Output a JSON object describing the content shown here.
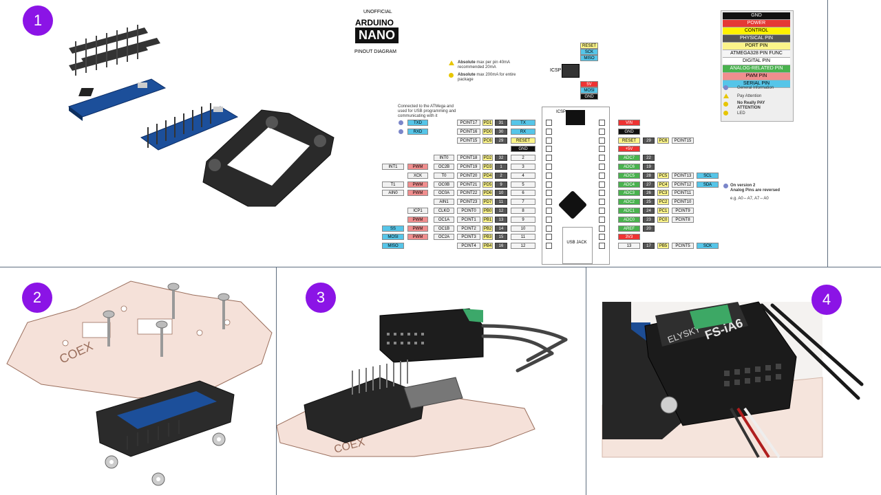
{
  "steps": [
    "1",
    "2",
    "3",
    "4"
  ],
  "pinout": {
    "header_unofficial": "UNOFFICIAL",
    "header_arduino": "ARDUINO",
    "header_nano": "NANO",
    "header_diagram": "PINOUT DIAGRAM",
    "warn1_bold": "Absolute",
    "warn1_text": "max per pin 40mA recommended 20mA",
    "warn2_bold": "Absolute",
    "warn2_text": "max 200mA for entire package",
    "usb_note": "Connected to the ATMega and used for USB programming and communicating with it",
    "icsp_label": "ICSP",
    "icsp_board_label": "ICSP",
    "usb_jack": "USB JACK",
    "icsp_pins": [
      "RESET",
      "SCK",
      "MISO",
      "5V",
      "MOSI",
      "GND"
    ],
    "version_note_title": "On version 2",
    "version_note_body": "Analog Pins are reversed",
    "version_note_eg": "e.g. A0⇔A7, A7⇔A0",
    "legend": [
      {
        "label": "GND",
        "bg": "#111111",
        "fg": "#ffffff"
      },
      {
        "label": "POWER",
        "bg": "#e53935",
        "fg": "#ffffff"
      },
      {
        "label": "CONTROL",
        "bg": "#fff200",
        "fg": "#000000"
      },
      {
        "label": "PHYSICAL PIN",
        "bg": "#555555",
        "fg": "#ffffff"
      },
      {
        "label": "PORT PIN",
        "bg": "#fbf48a",
        "fg": "#000000"
      },
      {
        "label": "ATMEGA328 PIN FUNC",
        "bg": "#f5f5f5",
        "fg": "#000000"
      },
      {
        "label": "DIGITAL PIN",
        "bg": "#ffffff",
        "fg": "#000000"
      },
      {
        "label": "ANALOG-RELATED PIN",
        "bg": "#49b24e",
        "fg": "#ffffff"
      },
      {
        "label": "PWM PIN",
        "bg": "#f08e8e",
        "fg": "#000000"
      },
      {
        "label": "SERIAL PIN",
        "bg": "#56c5e8",
        "fg": "#000000"
      }
    ],
    "legend_icons": [
      "General Information",
      "Pay Attention",
      "No Really PAY ATTENTION",
      "LED"
    ],
    "left_rows": [
      [
        "TXD",
        "",
        "PCINT17",
        "PD1",
        "31",
        "TX"
      ],
      [
        "RXD",
        "",
        "PCINT16",
        "PD0",
        "30",
        "RX"
      ],
      [
        "",
        "",
        "PCINT15",
        "PC6",
        "29",
        "RESET"
      ],
      [
        "",
        "",
        "",
        "",
        "",
        "GND"
      ],
      [
        "",
        "INT0",
        "PCINT18",
        "PD2",
        "32",
        "2"
      ],
      [
        "INT1",
        "PWM",
        "OC2B",
        "PCINT19",
        "PD3",
        "1",
        "3"
      ],
      [
        "",
        "XCK",
        "T0",
        "PCINT20",
        "PD4",
        "2",
        "4"
      ],
      [
        "T1",
        "PWM",
        "OC0B",
        "PCINT21",
        "PD5",
        "9",
        "5"
      ],
      [
        "AIN0",
        "PWM",
        "OC0A",
        "PCINT22",
        "PD6",
        "10",
        "6"
      ],
      [
        "",
        "",
        "AIN1",
        "PCINT23",
        "PD7",
        "11",
        "7"
      ],
      [
        "",
        "ICP1",
        "CLKO",
        "PCINT0",
        "PB0",
        "12",
        "8"
      ],
      [
        "",
        "PWM",
        "OC1A",
        "PCINT1",
        "PB1",
        "13",
        "9"
      ],
      [
        "SS",
        "PWM",
        "OC1B",
        "PCINT2",
        "PB2",
        "14",
        "10"
      ],
      [
        "MOSI",
        "PWM",
        "OC2A",
        "PCINT3",
        "PB3",
        "15",
        "11"
      ],
      [
        "MISO",
        "",
        "",
        "PCINT4",
        "PB4",
        "16",
        "12"
      ]
    ],
    "right_rows": [
      [
        "VIN",
        "",
        "",
        "",
        "",
        ""
      ],
      [
        "GND",
        "",
        "",
        "",
        "",
        ""
      ],
      [
        "RESET",
        "29",
        "PC6",
        "PCINT15",
        "",
        ""
      ],
      [
        "+5V",
        "",
        "",
        "",
        "",
        ""
      ],
      [
        "ADC7",
        "22",
        "",
        "",
        "",
        ""
      ],
      [
        "ADC6",
        "19",
        "",
        "",
        "",
        ""
      ],
      [
        "ADC5",
        "28",
        "PC5",
        "PCINT13",
        "SCL",
        ""
      ],
      [
        "ADC4",
        "27",
        "PC4",
        "PCINT12",
        "SDA",
        ""
      ],
      [
        "ADC3",
        "26",
        "PC3",
        "PCINT11",
        "",
        ""
      ],
      [
        "ADC2",
        "25",
        "PC2",
        "PCINT10",
        "",
        ""
      ],
      [
        "ADC1",
        "24",
        "PC1",
        "PCINT9",
        "",
        ""
      ],
      [
        "ADC0",
        "23",
        "PC0",
        "PCINT8",
        "",
        ""
      ],
      [
        "AREF",
        "20",
        "",
        "",
        "",
        ""
      ],
      [
        "3V3",
        "",
        "",
        "",
        "",
        ""
      ],
      [
        "13",
        "17",
        "PB5",
        "PCINT5",
        "SCK",
        ""
      ]
    ]
  },
  "receiver": {
    "brand": "ELYSKY",
    "model": "FS-iA6"
  },
  "frame": {
    "logo": "COEX"
  }
}
